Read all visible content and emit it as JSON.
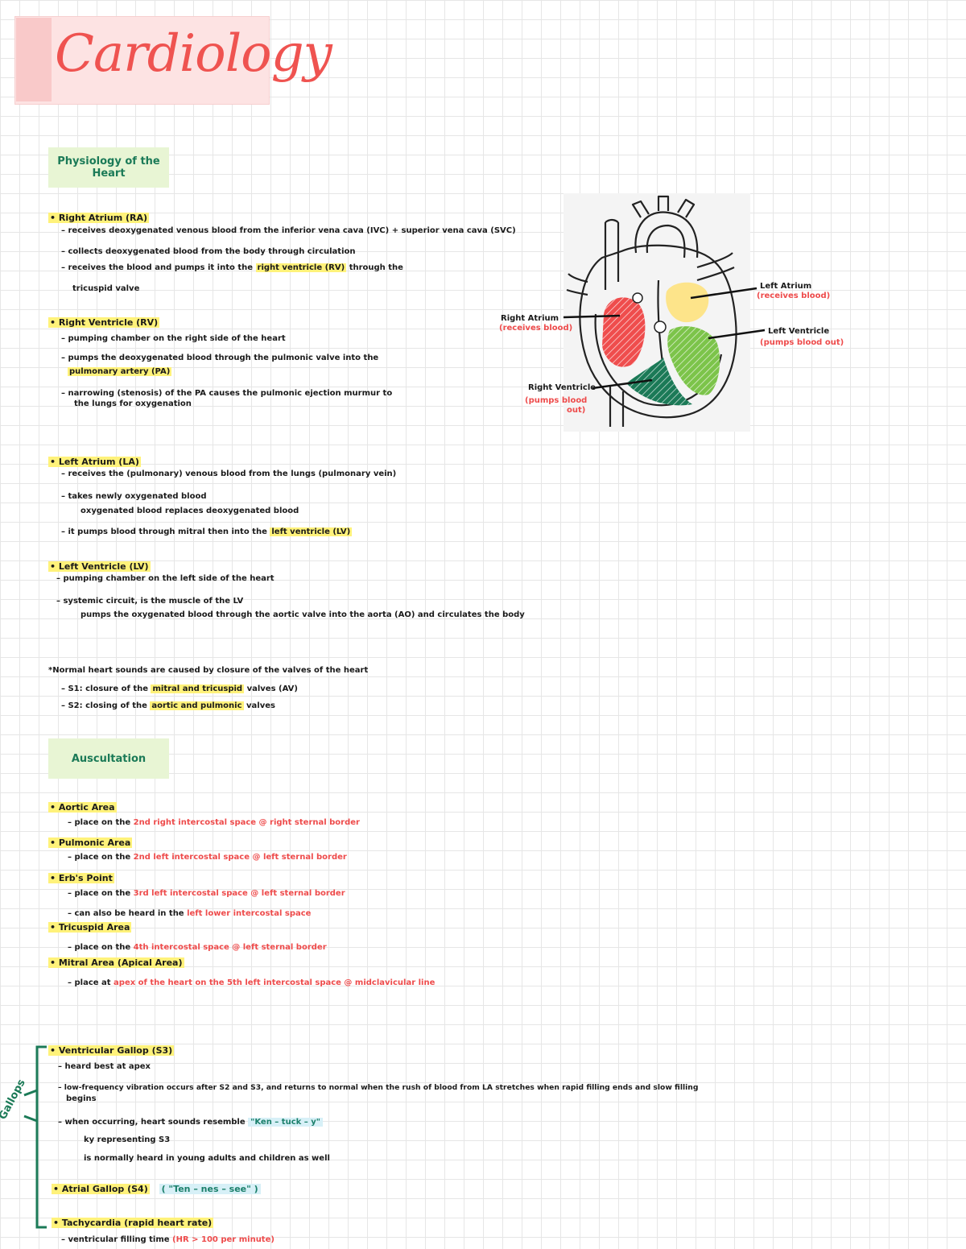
{
  "title": "Cardiology",
  "sections": {
    "physiology": "Physiology of the Heart",
    "auscultation": "Auscultation"
  },
  "physiology": {
    "ra_head": "• Right Atrium (RA)",
    "ra_1": "– receives deoxygenated venous blood from the inferior vena cava (IVC) + superior vena cava (SVC)",
    "ra_2": "– collects deoxygenated blood from the body through circulation",
    "ra_3a": "– receives the blood and pumps it into the",
    "ra_3b": "right ventricle (RV)",
    "ra_3c": "through the",
    "ra_4": "tricuspid valve",
    "rv_head": "• Right Ventricle (RV)",
    "rv_1": "– pumping chamber on the right side of the heart",
    "rv_2a": "– pumps the deoxygenated blood through the pulmonic valve into the",
    "rv_2b": "pulmonary artery (PA)",
    "rv_3": "– narrowing (stenosis) of the PA causes the pulmonic ejection murmur to",
    "rv_4": "the lungs for oxygenation",
    "la_head": "• Left Atrium (LA)",
    "la_1": "– receives the (pulmonary) venous blood from the lungs (pulmonary vein)",
    "la_2": "– takes newly oxygenated blood",
    "la_3": "oxygenated blood replaces deoxygenated blood",
    "la_4a": "– it pumps blood through mitral then into the",
    "la_4b": "left ventricle (LV)",
    "lv_head": "• Left Ventricle (LV)",
    "lv_1": "– pumping chamber on the left side of the heart",
    "lv_2": "– systemic circuit, is the muscle of the LV",
    "lv_3": "pumps the oxygenated blood through the aortic valve into the aorta (AO) and circulates the body",
    "note": "*Normal heart sounds are caused by closure of the valves of the heart",
    "note_1a": "– S1: closure of the",
    "note_1b": "mitral and tricuspid",
    "note_1c": "valves (AV)",
    "note_2a": "– S2: closing of the",
    "note_2b": "aortic and pulmonic",
    "note_2c": "valves"
  },
  "heart_labels": {
    "left_atrium": "Left Atrium",
    "left_atrium_sub": "(receives blood)",
    "left_ventricle": "Left Ventricle",
    "left_ventricle_sub": "(pumps blood out)",
    "right_atrium": "Right Atrium",
    "right_atrium_sub": "(receives blood)",
    "right_ventricle": "Right Ventricle",
    "right_ventricle_sub1": "(pumps blood",
    "right_ventricle_sub2": "out)"
  },
  "auscultation": {
    "aortic_head": "• Aortic Area",
    "aortic_1a": "– place on the",
    "aortic_1b": "2nd right intercostal space @ right sternal border",
    "pulmonic_head": "• Pulmonic Area",
    "pulmonic_1a": "– place on the",
    "pulmonic_1b": "2nd left intercostal space @ left sternal border",
    "erbs_head": "• Erb's Point",
    "erbs_1a": "– place on the",
    "erbs_1b": "3rd left intercostal space @ left sternal border",
    "erbs_2a": "– can also be heard in the",
    "erbs_2b": "left lower intercostal space",
    "tricuspid_head": "• Tricuspid Area",
    "tricuspid_1a": "– place on the",
    "tricuspid_1b": "4th intercostal space @ left sternal border",
    "mitral_head": "• Mitral Area (Apical Area)",
    "mitral_1a": "– place at",
    "mitral_1b": "apex of the heart on the 5th left intercostal space @ midclavicular line"
  },
  "gallops": {
    "vg_head": "• Ventricular Gallop (S3)",
    "vg_1": "– heard best at apex",
    "vg_2": "– low-frequency vibration occurs after S2 and S3, and returns to normal when the rush of blood from LA stretches when rapid filling ends and slow filling",
    "vg_2b": "begins",
    "vg_3a": "– when occurring, heart sounds resemble",
    "vg_3b": "\"Ken – tuck – y\"",
    "vg_4": "ky representing S3",
    "vg_5": "is normally heard in young adults and children as well",
    "ag_head": "• Atrial Gallop (S4)",
    "ag_tag": "( \"Ten – nes – see\" )",
    "tc_head": "• Tachycardia (rapid heart rate)",
    "tc_1a": "– ventricular filling time",
    "tc_1b": "(HR > 100 per minute)",
    "bracket_label": "Gallops"
  }
}
